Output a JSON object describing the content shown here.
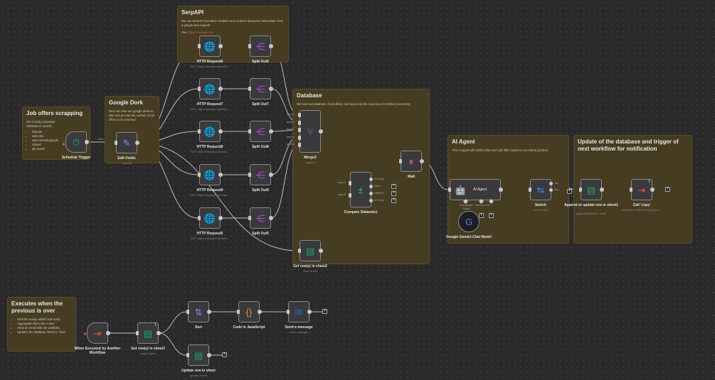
{
  "stickies": {
    "job": {
      "title": "Job offers scrapping",
      "text": "Set to Daily Activation\nWebsites to search :",
      "items": [
        "linkedin",
        "welcome",
        "welcometothejungle",
        "indeed",
        "job teaser"
      ]
    },
    "dork": {
      "title": "Google Dork",
      "text": "Here we write our google dorks to limit and precise the number of job offers to be returned"
    },
    "serp": {
      "title": "SerpAPI",
      "text": "We use SerpAPI tool which enables us to retrieve structured information from a google web request",
      "see": "See: ",
      "link": "https://serpapi.com"
    },
    "db": {
      "title": "Database",
      "text": "We read our database of job offers, and keep only the new ones for further processing"
    },
    "ai": {
      "title": "AI Agent",
      "text": "This AI agent will confirm that each job offer matches our criteria (yes/no)"
    },
    "upd": {
      "title": "Update of the database and trigger of next workflow for notification"
    },
    "exec": {
      "title": "Executes when the previous is over",
      "items": [
        "Gets the newly added mail sonly",
        "Aggregates them into 1 item",
        "Send an email with the weblinks",
        "Updates the database items to \"sent\""
      ]
    }
  },
  "nodes": {
    "schedule": {
      "label": "Schedule Trigger",
      "icon": "clock-icon"
    },
    "edit": {
      "label": "Edit Fields",
      "sub": "manual",
      "edge_label": "1 item"
    },
    "http6": {
      "label": "HTTP Request6",
      "sub": "GET: https://serpapi.com/sea..."
    },
    "http7": {
      "label": "HTTP Request7",
      "sub": "GET: https://serpapi.com/sea..."
    },
    "http8": {
      "label": "HTTP Request8",
      "sub": "GET: https://serpapi.com/sea..."
    },
    "http9": {
      "label": "HTTP Request9",
      "sub": "GET: https://serpapi.com/sea..."
    },
    "http5": {
      "label": "HTTP Request5",
      "sub": "GET: https://serpapi.com/sea..."
    },
    "split6": {
      "label": "Split Out6"
    },
    "split7": {
      "label": "Split Out7"
    },
    "split8": {
      "label": "Split Out8"
    },
    "split9": {
      "label": "Split Out9"
    },
    "split5": {
      "label": "Split Out5"
    },
    "merge": {
      "label": "Merge2",
      "sub": "append",
      "inputs": [
        "Input 1",
        "Input 2",
        "Input 3",
        "Input 4",
        "Input 5"
      ]
    },
    "compare": {
      "label": "Compare Datasets1",
      "inputs": [
        "Input A",
        "Input B"
      ],
      "outputs": [
        "In A only",
        "Same",
        "Different",
        "In B only"
      ]
    },
    "wait": {
      "label": "Wait"
    },
    "getrows2": {
      "label": "Get row(s) in sheet2",
      "sub": "read: sheet"
    },
    "agent": {
      "label": "AI Agent",
      "ports": [
        "Chat Model*",
        "Memory",
        "Tool"
      ]
    },
    "gemini": {
      "label": "Google Gemini Chat Model",
      "port": "Model"
    },
    "switch": {
      "label": "Switch",
      "sub": "mode: Rules",
      "outputs": [
        "Yes",
        "Non"
      ]
    },
    "append": {
      "label": "Append or update row in sheet1",
      "sub": "appendOrUpdate: sheet"
    },
    "call": {
      "label": "Call 'copy'",
      "sub": "Workflow: A5PeOPFDgXLoG...",
      "badge": "1"
    },
    "whenexec": {
      "label": "When Executed by Another Workflow"
    },
    "getrows3": {
      "label": "Get row(s) in sheet3",
      "sub": "read: sheet",
      "badge": "1"
    },
    "sort": {
      "label": "Sort"
    },
    "code": {
      "label": "Code in JavaScript"
    },
    "send": {
      "label": "Send a message",
      "sub": "send: message"
    },
    "updrow": {
      "label": "Update row in sheet",
      "sub": "update: sheet"
    }
  },
  "colors": {
    "sticky": "#463c22",
    "canvas": "#2a2a2a",
    "http": "#8b7cf6",
    "split": "#b04fd6",
    "merge": "#2bb5c9",
    "sheets": "#1fa463",
    "wait": "#e0607e",
    "trigger": "#e5533d",
    "schedule": "#21b27c"
  }
}
